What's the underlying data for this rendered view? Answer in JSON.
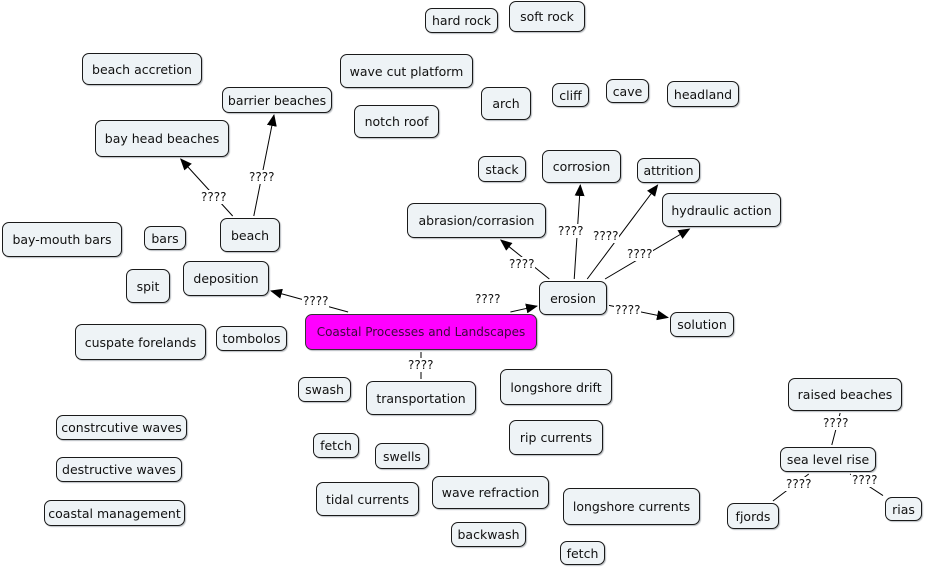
{
  "link_label": "????",
  "colors": {
    "main_fill": "#ff00ff",
    "node_fill": "#eef3f6",
    "stroke": "#000000"
  },
  "nodes": [
    {
      "id": "hard_rock",
      "text": "hard rock"
    },
    {
      "id": "soft_rock",
      "text": "soft rock"
    },
    {
      "id": "beach_accretion",
      "text": "beach accretion"
    },
    {
      "id": "wave_cut_platform",
      "text": "wave cut platform"
    },
    {
      "id": "barrier_beaches",
      "text": "barrier beaches"
    },
    {
      "id": "arch",
      "text": "arch"
    },
    {
      "id": "cliff",
      "text": "cliff"
    },
    {
      "id": "cave",
      "text": "cave"
    },
    {
      "id": "headland",
      "text": "headland"
    },
    {
      "id": "notch_roof",
      "text": "notch roof"
    },
    {
      "id": "bay_head_beaches",
      "text": "bay head beaches"
    },
    {
      "id": "stack",
      "text": "stack"
    },
    {
      "id": "corrosion",
      "text": "corrosion"
    },
    {
      "id": "attrition",
      "text": "attrition"
    },
    {
      "id": "hydraulic_action",
      "text": "hydraulic action"
    },
    {
      "id": "abrasion",
      "text": "abrasion/corrasion"
    },
    {
      "id": "bay_mouth_bars",
      "text": "bay-mouth bars"
    },
    {
      "id": "bars",
      "text": "bars"
    },
    {
      "id": "beach",
      "text": "beach"
    },
    {
      "id": "spit",
      "text": "spit"
    },
    {
      "id": "deposition",
      "text": "deposition"
    },
    {
      "id": "erosion",
      "text": "erosion"
    },
    {
      "id": "solution",
      "text": "solution"
    },
    {
      "id": "cuspate_forelands",
      "text": "cuspate forelands"
    },
    {
      "id": "tombolos",
      "text": "tombolos"
    },
    {
      "id": "main",
      "text": "Coastal Processes and Landscapes"
    },
    {
      "id": "swash",
      "text": "swash"
    },
    {
      "id": "transportation",
      "text": "transportation"
    },
    {
      "id": "longshore_drift",
      "text": "longshore drift"
    },
    {
      "id": "raised_beaches",
      "text": "raised beaches"
    },
    {
      "id": "constructive_waves",
      "text": "constrcutive waves"
    },
    {
      "id": "rip_currents",
      "text": "rip currents"
    },
    {
      "id": "fetch1",
      "text": "fetch"
    },
    {
      "id": "swells",
      "text": "swells"
    },
    {
      "id": "sea_level_rise",
      "text": "sea level rise"
    },
    {
      "id": "destructive_waves",
      "text": "destructive waves"
    },
    {
      "id": "tidal_currents",
      "text": "tidal currents"
    },
    {
      "id": "wave_refraction",
      "text": "wave refraction"
    },
    {
      "id": "longshore_currents",
      "text": "longshore currents"
    },
    {
      "id": "fjords",
      "text": "fjords"
    },
    {
      "id": "rias",
      "text": "rias"
    },
    {
      "id": "coastal_management",
      "text": "coastal management"
    },
    {
      "id": "backwash",
      "text": "backwash"
    },
    {
      "id": "fetch2",
      "text": "fetch"
    }
  ],
  "links": [
    {
      "from": "main",
      "to": "deposition",
      "arrow": true
    },
    {
      "from": "main",
      "to": "erosion",
      "arrow": true
    },
    {
      "from": "main",
      "to": "transportation",
      "arrow": false
    },
    {
      "from": "beach",
      "to": "bay_head_beaches",
      "arrow": true
    },
    {
      "from": "beach",
      "to": "barrier_beaches",
      "arrow": true
    },
    {
      "from": "erosion",
      "to": "abrasion",
      "arrow": true
    },
    {
      "from": "erosion",
      "to": "corrosion",
      "arrow": true
    },
    {
      "from": "erosion",
      "to": "attrition",
      "arrow": true
    },
    {
      "from": "erosion",
      "to": "hydraulic_action",
      "arrow": true
    },
    {
      "from": "erosion",
      "to": "solution",
      "arrow": true
    },
    {
      "from": "sea_level_rise",
      "to": "raised_beaches",
      "arrow": false
    },
    {
      "from": "sea_level_rise",
      "to": "fjords",
      "arrow": false
    },
    {
      "from": "sea_level_rise",
      "to": "rias",
      "arrow": false
    }
  ]
}
